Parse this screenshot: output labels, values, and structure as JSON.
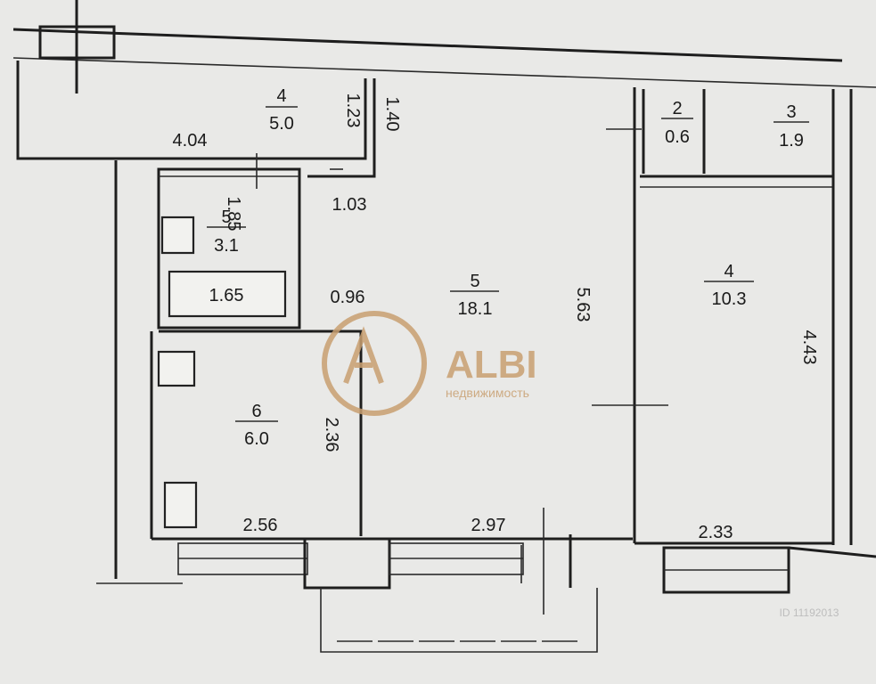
{
  "rooms": [
    {
      "id": "loggia",
      "number": "4",
      "area": "5.0"
    },
    {
      "id": "closet-2",
      "number": "2",
      "area": "0.6"
    },
    {
      "id": "closet-3",
      "number": "3",
      "area": "1.9"
    },
    {
      "id": "bathroom",
      "number": "5",
      "area": "3.1"
    },
    {
      "id": "living",
      "number": "5",
      "area": "18.1"
    },
    {
      "id": "bedroom",
      "number": "4",
      "area": "10.3"
    },
    {
      "id": "kitchen",
      "number": "6",
      "area": "6.0"
    }
  ],
  "dimensions": {
    "d404": "4.04",
    "d123": "1.23",
    "d140": "1.40",
    "d103": "1.03",
    "d185": "1.85",
    "d165": "1.65",
    "d096": "0.96",
    "d563": "5.63",
    "d443": "4.43",
    "d236": "2.36",
    "d256": "2.56",
    "d297": "2.97",
    "d233": "2.33"
  },
  "watermark": {
    "brand": "ALBI",
    "tagline": "недвижимость",
    "color": "#c9a071"
  },
  "corner_id": "ID 11192013"
}
